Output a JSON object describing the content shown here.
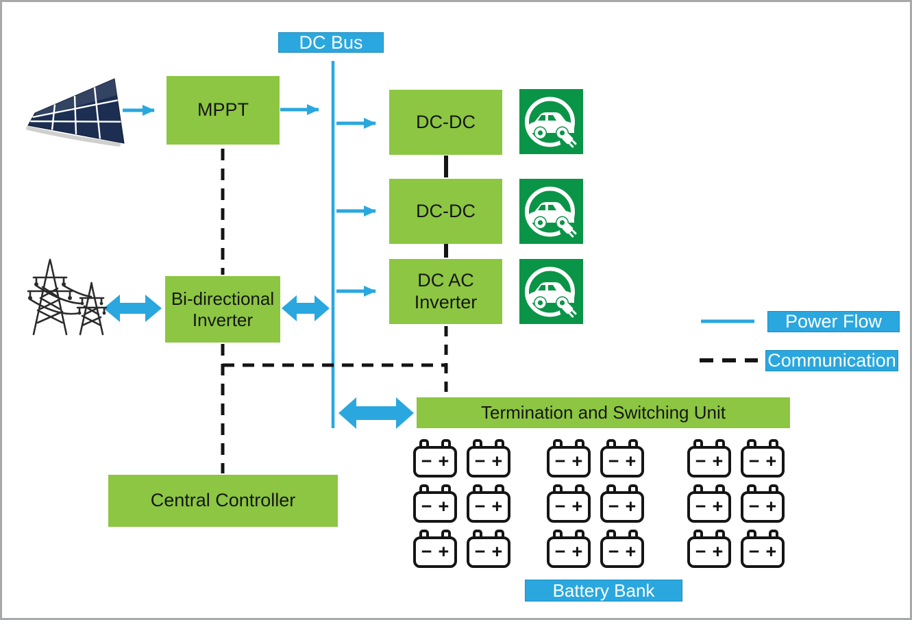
{
  "colors": {
    "block_green": "#8CC642",
    "ev_green": "#0A9447",
    "blue": "#2AA7DE",
    "line_black": "#141414",
    "frame_gray": "#A6A8AA",
    "panel_navy": "#1C2F52"
  },
  "labels": {
    "dc_bus": "DC Bus",
    "battery_bank": "Battery Bank"
  },
  "blocks": {
    "mppt": "MPPT",
    "dc_dc_a": "DC-DC",
    "dc_dc_b": "DC-DC",
    "dc_ac_inverter": "DC AC\nInverter",
    "bidirectional_inverter": "Bi-directional\nInverter",
    "central_controller": "Central Controller",
    "termination_switching_unit": "Termination and Switching Unit"
  },
  "legend": {
    "power_flow": "Power Flow",
    "communication": "Communication"
  },
  "battery_bank": {
    "minus": "−",
    "plus": "+",
    "groups": 3,
    "rows": 3,
    "columns": 2
  },
  "icons": {
    "solar": "solar-panel",
    "grid": "transmission-towers",
    "ev": "ev-charging-car",
    "battery": "battery"
  }
}
